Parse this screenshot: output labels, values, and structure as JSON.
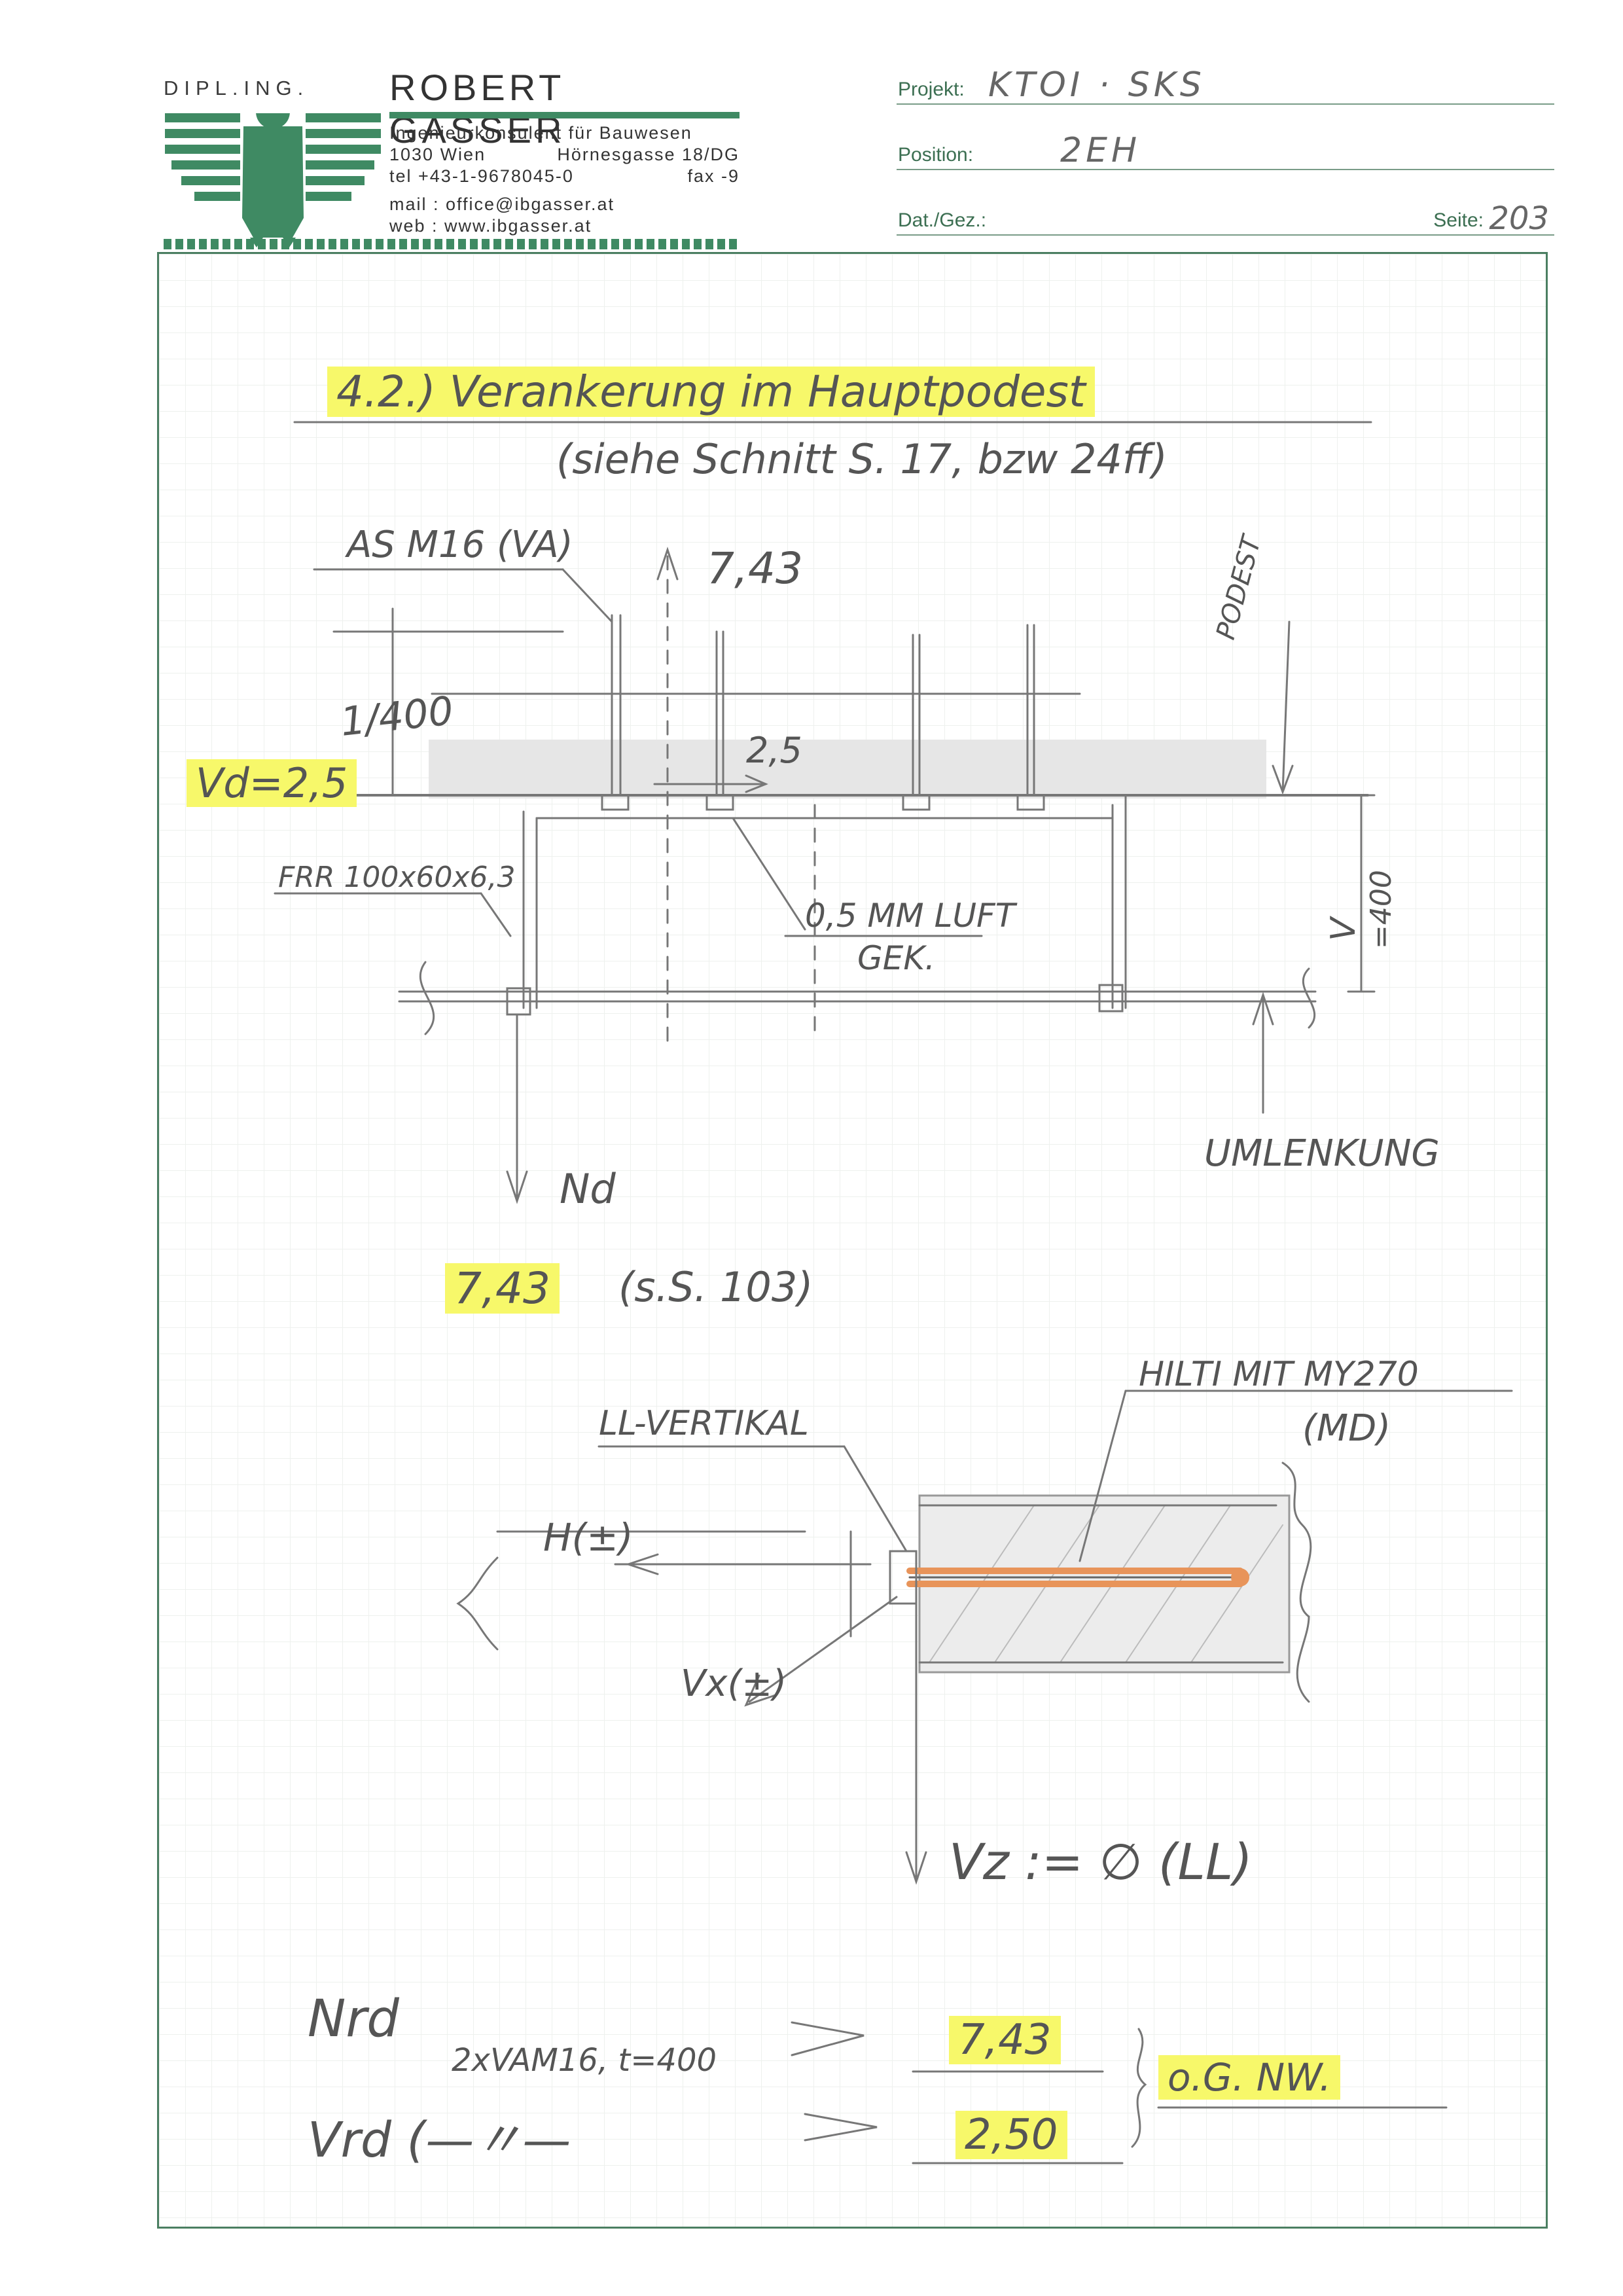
{
  "letterhead": {
    "title_prefix": "DIPL.ING.",
    "name": "ROBERT GASSER",
    "profession": "Ingenieurkonsulent für Bauwesen",
    "city": "1030 Wien",
    "street": "Hörnesgasse 18/DG",
    "tel": "tel +43-1-9678045-0",
    "fax": "fax -9",
    "mail": "mail : office@ibgasser.at",
    "web": "web : www.ibgasser.at",
    "brand_color": "#3f8a63"
  },
  "header_fields": {
    "projekt_label": "Projekt:",
    "projekt_value": "KTOI · SKS",
    "position_label": "Position:",
    "position_value": "2EH",
    "datgez_label": "Dat./Gez.:",
    "seite_label": "Seite:",
    "seite_value": "203"
  },
  "notes": {
    "heading": "4.2.) Verankerung im Hauptpodest",
    "subheading": "(siehe Schnitt S. 17, bzw 24ff)",
    "anchor_label": "AS M16 (VA)",
    "force_top": "7,43",
    "dim_400": "1/400",
    "vd_label": "Vd=2,5",
    "h25": "2,5",
    "podest": "PODEST",
    "frr": "FRR 100x60x6,3",
    "luft_line1": "0,5 MM LUFT",
    "luft_line2": "GEK.",
    "v_label": "V",
    "dim_right": "=400",
    "umlenkung": "UMLENKUNG",
    "nd_label": "Nd",
    "nd_value": "7,43",
    "nd_ref": "(s.S. 103)",
    "hilti_line1": "HILTI MIT MY270",
    "hilti_line2": "(MD)",
    "ll_vertikal": "LL-VERTIKAL",
    "h_label": "H(±)",
    "vx_label": "Vx(±)",
    "vz_label": "Vz := ∅ (LL)",
    "nrd_label": "Nrd",
    "nrd_detail": "2xVAM16, t=400",
    "nrd_value": "7,43",
    "vrd_label": "Vrd (—〃—",
    "vrd_value": "2,50",
    "result": "o.G. NW."
  }
}
